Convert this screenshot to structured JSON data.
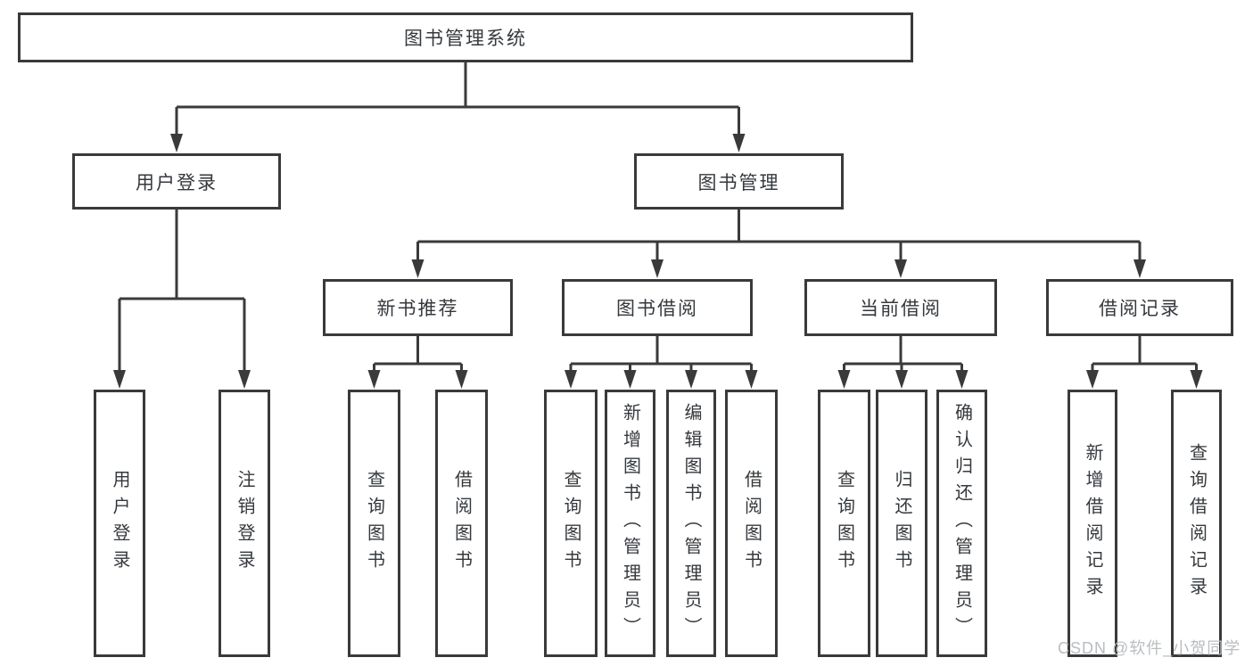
{
  "diagram": {
    "type": "tree",
    "title": "图书管理系统",
    "watermark": "CSDN @软件_小贺同学",
    "colors": {
      "line": "#3a3a3a",
      "text": "#35393d",
      "background": "#ffffff",
      "watermark": "#b9bdc1"
    },
    "nodes": [
      {
        "id": "root",
        "label": "图书管理系统",
        "parent": null
      },
      {
        "id": "user-login",
        "label": "用户登录",
        "parent": "root"
      },
      {
        "id": "book-mgmt",
        "label": "图书管理",
        "parent": "root"
      },
      {
        "id": "new-book-rec",
        "label": "新书推荐",
        "parent": "book-mgmt"
      },
      {
        "id": "book-borrow",
        "label": "图书借阅",
        "parent": "book-mgmt"
      },
      {
        "id": "current-borrow",
        "label": "当前借阅",
        "parent": "book-mgmt"
      },
      {
        "id": "borrow-records",
        "label": "借阅记录",
        "parent": "book-mgmt"
      },
      {
        "id": "leaf-user-login",
        "label": "用户登录",
        "parent": "user-login"
      },
      {
        "id": "leaf-logout",
        "label": "注销登录",
        "parent": "user-login"
      },
      {
        "id": "rec-query-books",
        "label": "查询图书",
        "parent": "new-book-rec"
      },
      {
        "id": "rec-borrow-books",
        "label": "借阅图书",
        "parent": "new-book-rec"
      },
      {
        "id": "bb-query-books",
        "label": "查询图书",
        "parent": "book-borrow"
      },
      {
        "id": "bb-add-books",
        "label": "新增图书（管理员）",
        "parent": "book-borrow"
      },
      {
        "id": "bb-edit-books",
        "label": "编辑图书（管理员）",
        "parent": "book-borrow"
      },
      {
        "id": "bb-borrow-books",
        "label": "借阅图书",
        "parent": "book-borrow"
      },
      {
        "id": "cb-query-books",
        "label": "查询图书",
        "parent": "current-borrow"
      },
      {
        "id": "cb-return-books",
        "label": "归还图书",
        "parent": "current-borrow"
      },
      {
        "id": "cb-confirm-return",
        "label": "确认归还（管理员）",
        "parent": "current-borrow"
      },
      {
        "id": "br-add-record",
        "label": "新增借阅记录",
        "parent": "borrow-records"
      },
      {
        "id": "br-query-record",
        "label": "查询借阅记录",
        "parent": "borrow-records"
      }
    ]
  }
}
